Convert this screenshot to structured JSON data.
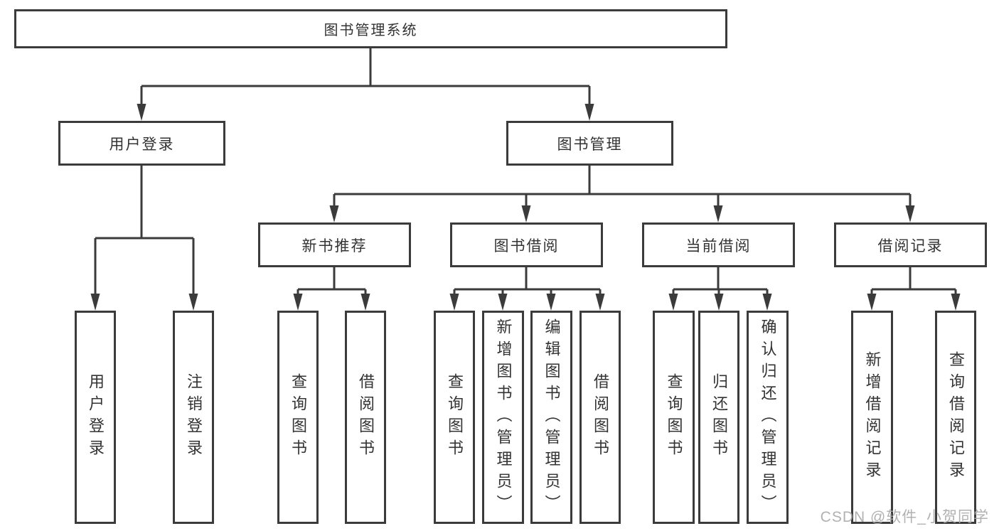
{
  "diagram": {
    "root": "图书管理系统",
    "level2": {
      "user_login": "用户登录",
      "book_mgmt": "图书管理"
    },
    "level3": {
      "new_books": "新书推荐",
      "book_borrow": "图书借阅",
      "current_borrow": "当前借阅",
      "borrow_records": "借阅记录"
    },
    "leaves": {
      "user_login": [
        "用户登录",
        "注销登录"
      ],
      "new_books": [
        "查询图书",
        "借阅图书"
      ],
      "book_borrow": [
        "查询图书",
        "新增图书（管理员）",
        "编辑图书（管理员）",
        "借阅图书"
      ],
      "current_borrow": [
        "查询图书",
        "归还图书",
        "确认归还（管理员）"
      ],
      "borrow_records": [
        "新增借阅记录",
        "查询借阅记录"
      ]
    }
  },
  "colors": {
    "line": "#3b3b3b",
    "text": "#333333",
    "watermark": "#a8a8a8"
  },
  "watermark": "CSDN @软件_小贺同学"
}
